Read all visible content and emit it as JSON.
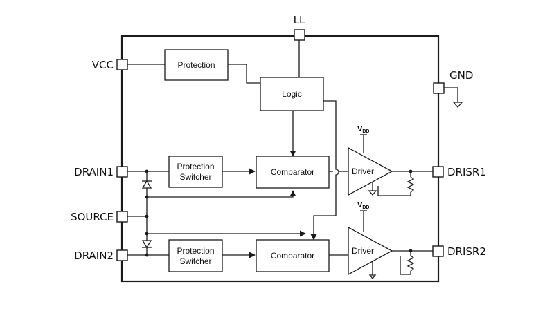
{
  "pins": {
    "ll": "LL",
    "vcc": "VCC",
    "gnd": "GND",
    "drain1": "DRAIN1",
    "source": "SOURCE",
    "drain2": "DRAIN2",
    "drisr1": "DRISR1",
    "drisr2": "DRISR2"
  },
  "blocks": {
    "protection": "Protection",
    "logic": "Logic",
    "protection_switcher_1": [
      "Protection",
      "Switcher"
    ],
    "protection_switcher_2": [
      "Protection",
      "Switcher"
    ],
    "comparator_1": "Comparator",
    "comparator_2": "Comparator",
    "driver_1": "Driver",
    "driver_2": "Driver"
  },
  "supplies": {
    "vdd_main": "V",
    "vdd_sub": "DD"
  }
}
